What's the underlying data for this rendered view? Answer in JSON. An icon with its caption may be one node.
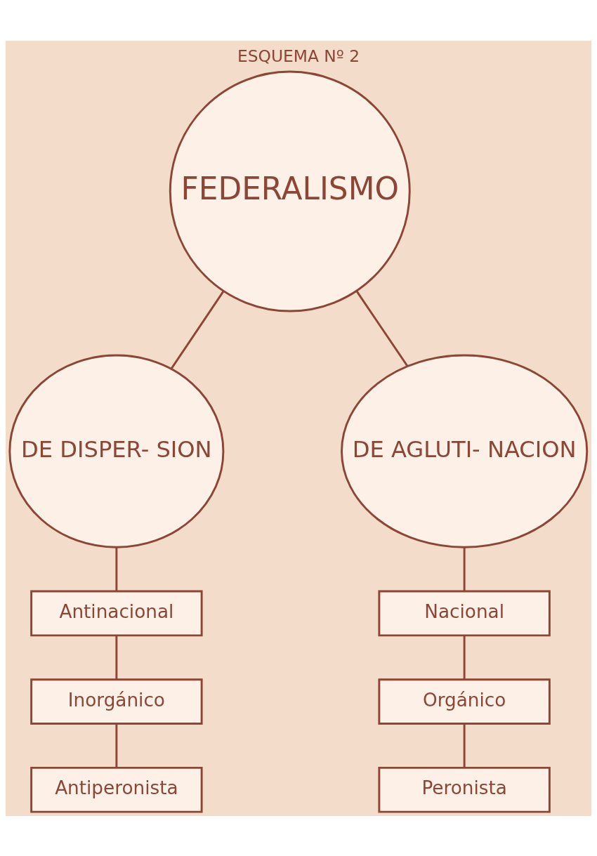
{
  "diagram": {
    "title": "ESQUEMA Nº 2",
    "nodes": [
      {
        "text": [
          "FEDERALISMO"
        ]
      },
      {
        "text": [
          "DE DISPER- SION"
        ]
      },
      {
        "text": [
          "DE AGLUTI- NACION"
        ]
      },
      {
        "text": [
          "Antinacional"
        ]
      },
      {
        "text": [
          "Inorgánico"
        ]
      },
      {
        "text": [
          "Antiperonista"
        ]
      },
      {
        "text": [
          "Nacional"
        ]
      },
      {
        "text": [
          "Orgánico"
        ]
      },
      {
        "text": [
          "Peronista"
        ]
      }
    ],
    "edges": [
      {
        "from": 0,
        "to": 1,
        "arrow": "none"
      },
      {
        "from": 0,
        "to": 2,
        "arrow": "none"
      },
      {
        "from": 1,
        "to": 3,
        "arrow": "none"
      },
      {
        "from": 3,
        "to": 4,
        "arrow": "none"
      },
      {
        "from": 4,
        "to": 5,
        "arrow": "none"
      },
      {
        "from": 2,
        "to": 6,
        "arrow": "none"
      },
      {
        "from": 6,
        "to": 7,
        "arrow": "none"
      },
      {
        "from": 7,
        "to": 8,
        "arrow": "none"
      }
    ]
  }
}
